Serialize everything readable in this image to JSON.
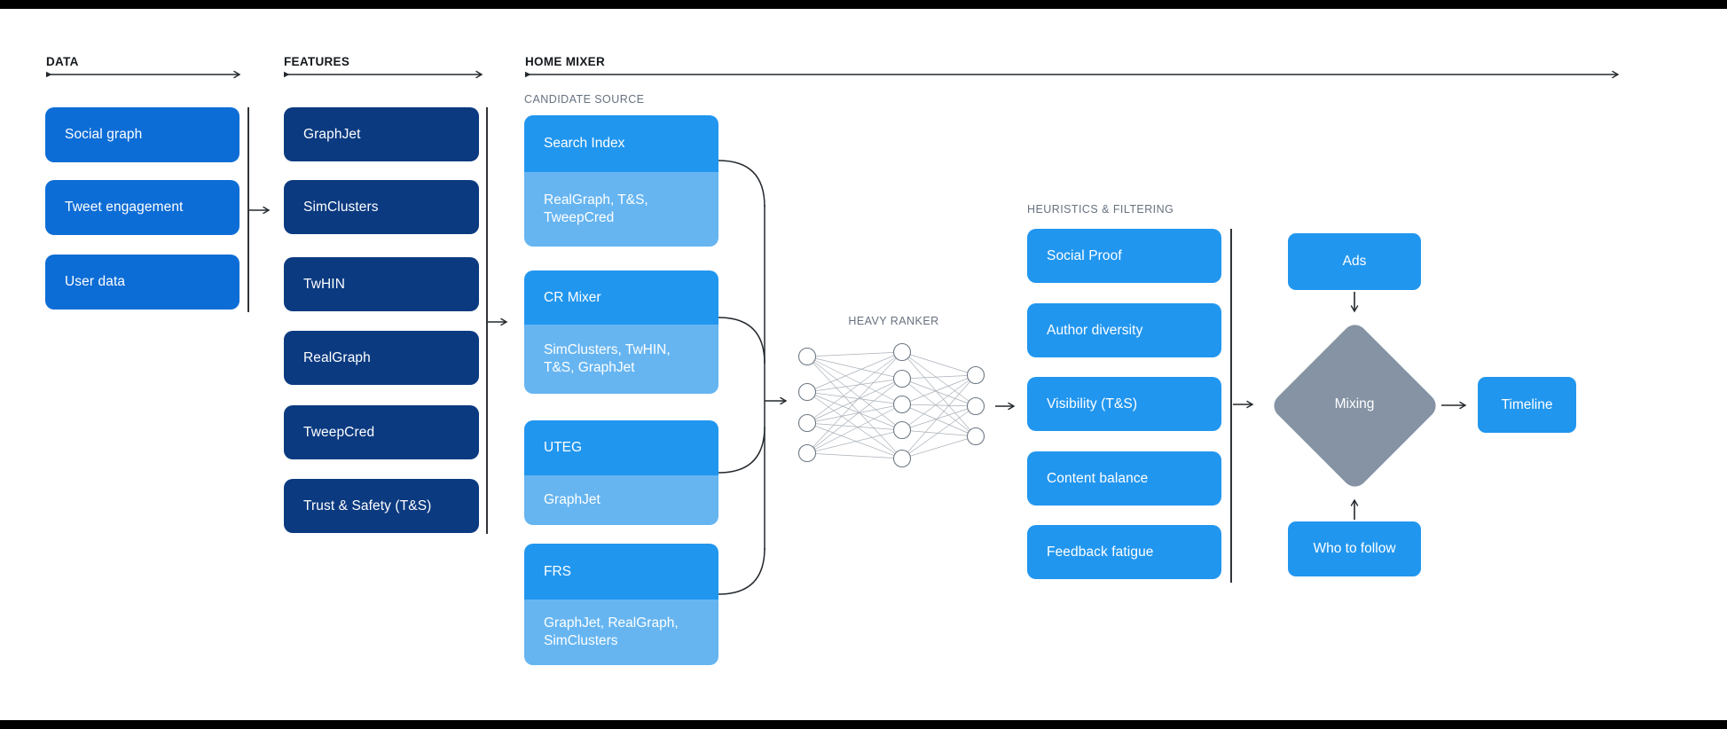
{
  "palette": {
    "data-box": "#0d6dd6",
    "feature-box": "#0b3a80",
    "bright-box": "#2196ef",
    "light-box": "#66b5f1",
    "diamond": "#8593a4",
    "line": "#23282d",
    "header-text": "#14181d",
    "muted-label": "#66717f"
  },
  "sections": {
    "data": {
      "header": "DATA",
      "boxes": [
        "Social graph",
        "Tweet engagement",
        "User data"
      ]
    },
    "features": {
      "header": "FEATURES",
      "boxes": [
        "GraphJet",
        "SimClusters",
        "TwHIN",
        "RealGraph",
        "TweepCred",
        "Trust & Safety (T&S)"
      ]
    },
    "home_mixer": {
      "header": "HOME MIXER",
      "candidate_source": {
        "label": "CANDIDATE SOURCE",
        "boxes": [
          {
            "title": "Search Index",
            "sources": "RealGraph, T&S,\nTweepCred"
          },
          {
            "title": "CR Mixer",
            "sources": "SimClusters, TwHIN,\nT&S, GraphJet"
          },
          {
            "title": "UTEG",
            "sources": "GraphJet"
          },
          {
            "title": "FRS",
            "sources": "GraphJet, RealGraph,\nSimClusters"
          }
        ]
      },
      "heavy_ranker": {
        "label": "HEAVY RANKER"
      },
      "heuristics": {
        "label": "HEURISTICS & FILTERING",
        "boxes": [
          "Social Proof",
          "Author diversity",
          "Visibility (T&S)",
          "Content balance",
          "Feedback fatigue"
        ]
      },
      "mixing": {
        "ads": "Ads",
        "mixing": "Mixing",
        "who_to_follow": "Who to follow",
        "timeline": "Timeline"
      }
    }
  }
}
